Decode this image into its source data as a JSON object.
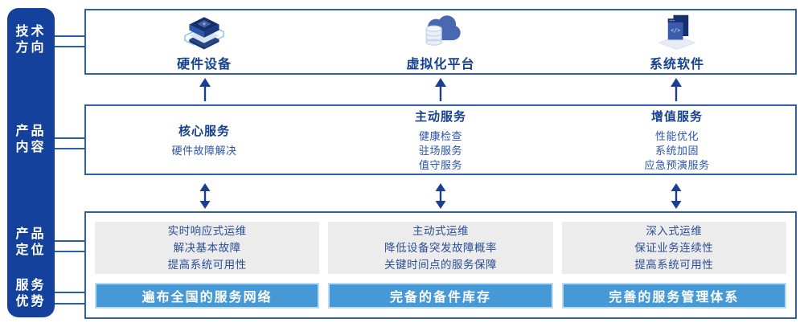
{
  "sidebar": {
    "items": [
      {
        "label": "技术\n方向"
      },
      {
        "label": "产品\n内容"
      },
      {
        "label": "产品\n定位"
      },
      {
        "label": "服务\n优势"
      }
    ]
  },
  "tech_row": {
    "items": [
      {
        "label": "硬件设备",
        "icon": "server-stack-icon"
      },
      {
        "label": "虚拟化平台",
        "icon": "cloud-database-icon"
      },
      {
        "label": "系统软件",
        "icon": "software-window-icon"
      }
    ]
  },
  "services_row": {
    "columns": [
      {
        "title": "核心服务",
        "items": [
          "硬件故障解决"
        ]
      },
      {
        "title": "主动服务",
        "items": [
          "健康检查",
          "驻场服务",
          "值守服务"
        ]
      },
      {
        "title": "增值服务",
        "items": [
          "性能优化",
          "系统加固",
          "应急预演服务"
        ]
      }
    ]
  },
  "positioning_row": {
    "columns": [
      {
        "lines": [
          "实时响应式运维",
          "解决基本故障",
          "提高系统可用性"
        ],
        "banner": "遍布全国的服务网络"
      },
      {
        "lines": [
          "主动式运维",
          "降低设备突发故障概率",
          "关键时间点的服务保障"
        ],
        "banner": "完备的备件库存"
      },
      {
        "lines": [
          "深入式运维",
          "保证业务连续性",
          "提高系统可用性"
        ],
        "banner": "完善的服务管理体系"
      }
    ]
  },
  "colors": {
    "sidebar_blue": "#13419C",
    "border_blue": "#2E5FA8",
    "title_navy": "#16418C",
    "body_text_blue": "#2B55A4",
    "banner_blue": "#4499D6",
    "banner_border": "#B9DCF2",
    "gray_panel": "#ECECEC",
    "arrow_navy": "#1B3F8F"
  }
}
